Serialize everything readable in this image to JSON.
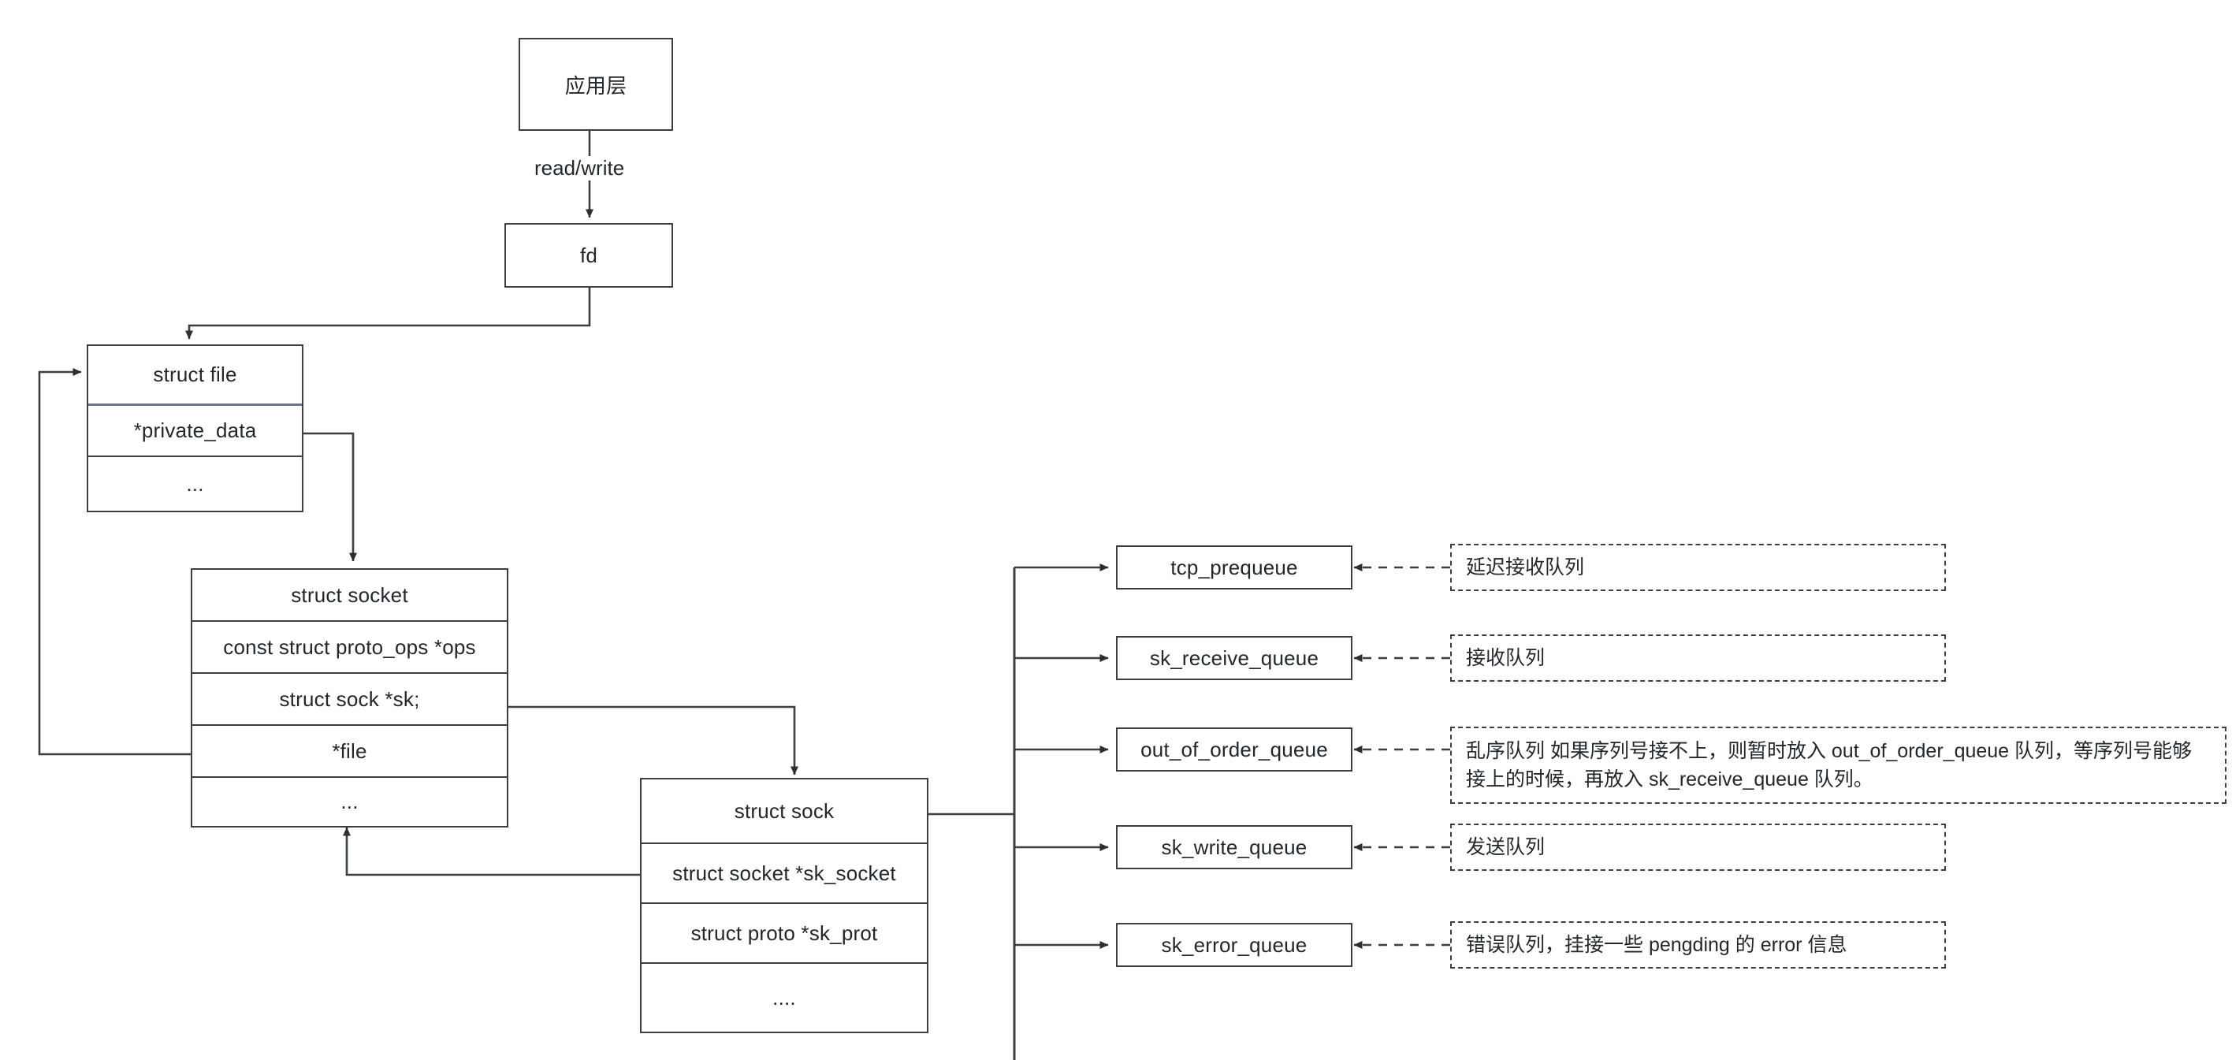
{
  "diagram": {
    "title": "Linux socket kernel data structures",
    "stroke_color": "#3a3f44",
    "text_color": "#22272b",
    "background": "#ffffff"
  },
  "nodes": {
    "app_layer": {
      "label": "应用层"
    },
    "fd": {
      "label": "fd"
    },
    "struct_file": {
      "rows": [
        {
          "label": "struct  file"
        },
        {
          "label": "*private_data"
        },
        {
          "label": "..."
        }
      ]
    },
    "struct_socket": {
      "rows": [
        {
          "label": "struct  socket"
        },
        {
          "label": "const struct proto_ops *ops"
        },
        {
          "label": "struct sock  *sk;"
        },
        {
          "label": "*file"
        },
        {
          "label": "..."
        }
      ]
    },
    "struct_sock": {
      "rows": [
        {
          "label": "struct sock"
        },
        {
          "label": "struct socket  *sk_socket"
        },
        {
          "label": "struct proto  *sk_prot"
        },
        {
          "label": "...."
        }
      ]
    }
  },
  "edge_labels": {
    "read_write": "read/write"
  },
  "queues": [
    {
      "name": "tcp_prequeue",
      "note": "延迟接收队列"
    },
    {
      "name": "sk_receive_queue",
      "note": "接收队列"
    },
    {
      "name": "out_of_order_queue",
      "note": "乱序队列  如果序列号接不上，则暂时放入 out_of_order_queue 队列，等序列号能够接上的时候，再放入 sk_receive_queue 队列。"
    },
    {
      "name": "sk_write_queue",
      "note": "发送队列"
    },
    {
      "name": "sk_error_queue",
      "note": "错误队列，挂接一些 pengding 的 error 信息"
    }
  ]
}
